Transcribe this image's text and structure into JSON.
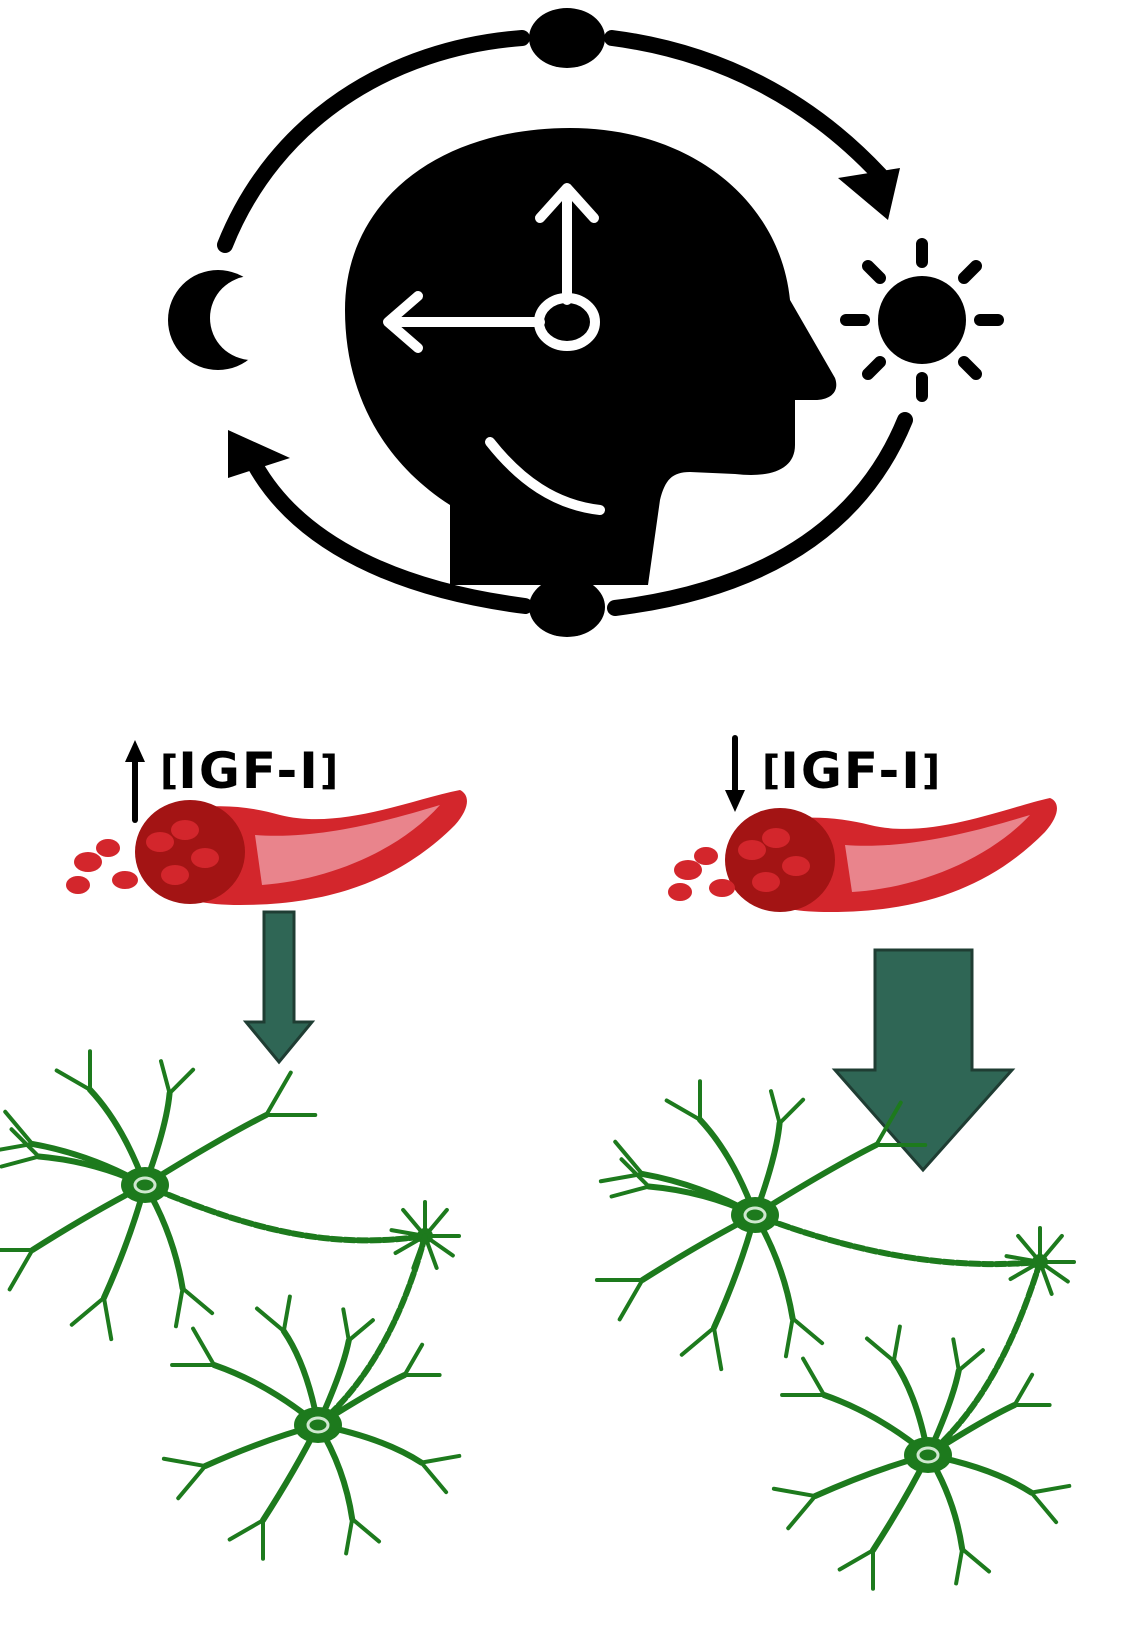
{
  "colors": {
    "ink": "#000000",
    "blood": "#d3262c",
    "blood_dark": "#a31414",
    "vessel_light": "#e9848c",
    "neuron": "#1d7a1d",
    "arrow_fill": "#2f6655"
  },
  "icons": {
    "head": "head-clock-icon",
    "moon": "moon-icon",
    "sun": "sun-icon"
  },
  "labels": {
    "left": {
      "direction": "up",
      "open": "[",
      "text": "IGF-I",
      "close": "]"
    },
    "right": {
      "direction": "down",
      "open": "[",
      "text": "IGF-I",
      "close": "]"
    }
  }
}
